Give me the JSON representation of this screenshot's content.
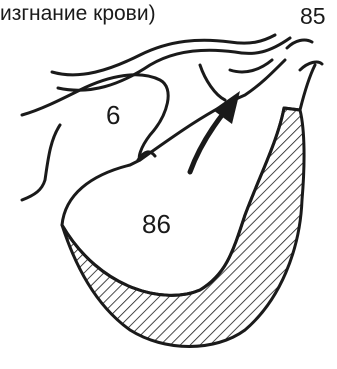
{
  "diagram": {
    "caption": "изгнание крови)",
    "labels": {
      "aorta_pressure": "85",
      "atrium_pressure": "6",
      "ventricle_pressure": "86"
    },
    "colors": {
      "stroke": "#1a1a1a",
      "background": "#ffffff"
    }
  }
}
